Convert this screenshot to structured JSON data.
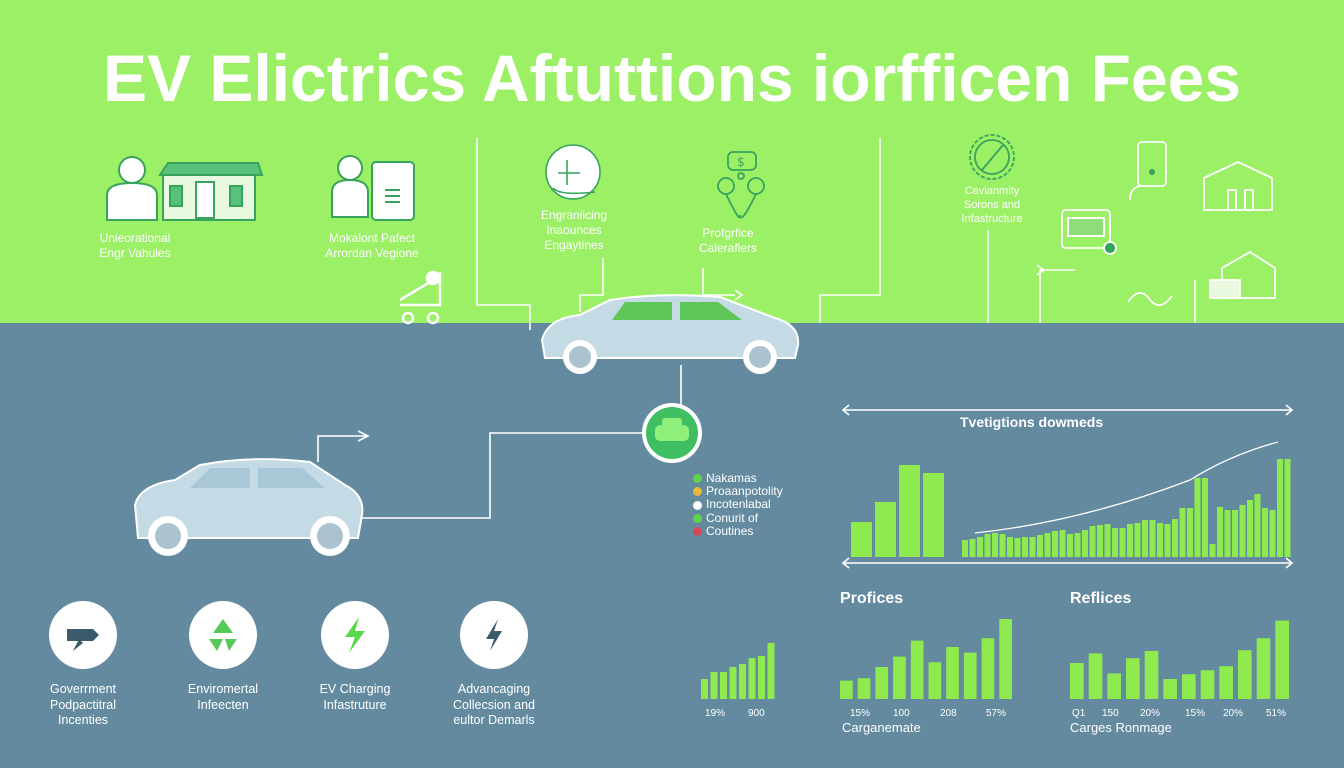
{
  "title": "EV Elictrics Aftuttions iorfficen Fees",
  "colors": {
    "top_bg": "#9bf066",
    "bottom_bg": "#638a9f",
    "bar": "#8eea4f",
    "icon_green": "#37a35c",
    "car": "#c4dbe6"
  },
  "top_items": [
    {
      "lines": [
        "Unieorational",
        "Engr Vahules"
      ],
      "icon": "person-house-icon"
    },
    {
      "lines": [
        "Mokalont Pafect",
        "Arrordan Vegione"
      ],
      "icon": "person-tablet-icon"
    },
    {
      "lines": [
        "Engraniicing",
        "Inaounces",
        "Engaytines"
      ],
      "icon": "dial-icon"
    },
    {
      "lines": [
        "Profgrfice",
        "Caleraflers"
      ],
      "icon": "money-network-icon"
    },
    {
      "lines": [
        "Cevianmity",
        "Sorons and",
        "Infastructure"
      ],
      "icon": "gear-leaf-icon"
    }
  ],
  "legend": [
    {
      "label": "Nakamas",
      "color": "#5fd14a"
    },
    {
      "label": "Proaanpotolity",
      "color": "#e8b83a"
    },
    {
      "label": "Incotenlabal",
      "color": "#ffffff"
    },
    {
      "label": "Conurit of",
      "color": "#5fd14a"
    },
    {
      "label": "Coutines",
      "color": "#d9475a"
    }
  ],
  "bottom_items": [
    {
      "lines": [
        "Goverrment",
        "Podpactitral",
        "Incenties"
      ],
      "icon": "arrow-bolt-icon"
    },
    {
      "lines": [
        "Enviromertal",
        "Infeecten"
      ],
      "icon": "recycle-icon"
    },
    {
      "lines": [
        "EV Charging",
        "Infastruture"
      ],
      "icon": "lightning-icon"
    },
    {
      "lines": [
        "Advancaging",
        "Collecsion and",
        "eultor Demarls"
      ],
      "icon": "bolt-icon"
    }
  ],
  "chart_data": [
    {
      "type": "bar",
      "title": "Tvetigtions dowmeds",
      "groups": [
        [
          35,
          55,
          92,
          84
        ],
        [
          17,
          18,
          20,
          23,
          24,
          23,
          20,
          19,
          20,
          20,
          22,
          24,
          26,
          27,
          23,
          24,
          27,
          31,
          32,
          33,
          29,
          29,
          33,
          34,
          37,
          37,
          34,
          33,
          38,
          49,
          49,
          79,
          79,
          13,
          50,
          47,
          47,
          52,
          57,
          63,
          49,
          47,
          98,
          98
        ]
      ],
      "trend_line": true
    },
    {
      "type": "bar",
      "values": [
        20,
        27,
        27,
        32,
        35,
        41,
        43,
        56
      ],
      "tick_labels": [
        "19%",
        "900"
      ]
    },
    {
      "type": "bar",
      "title": "Profices",
      "values": [
        23,
        26,
        40,
        53,
        73,
        46,
        65,
        58,
        76,
        100
      ],
      "tick_labels": [
        "15%",
        "100",
        "208",
        "57%"
      ],
      "xlabel": "Carganemate"
    },
    {
      "type": "bar",
      "title": "Reflices",
      "values": [
        45,
        57,
        32,
        51,
        60,
        25,
        31,
        36,
        41,
        61,
        76,
        98
      ],
      "tick_labels": [
        "Q1",
        "150",
        "20%",
        "15%",
        "20%",
        "51%"
      ],
      "xlabel": "Carges Ronmage"
    }
  ]
}
